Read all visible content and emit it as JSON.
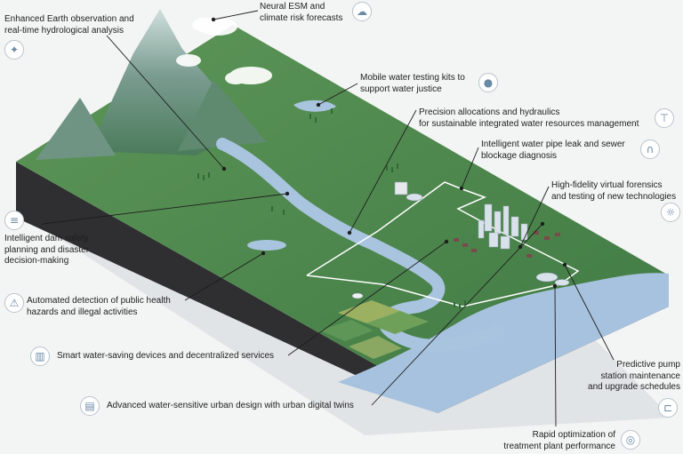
{
  "labels": {
    "earth_obs": "Enhanced Earth observation and\nreal-time hydrological analysis",
    "neural_esm": "Neural ESM and\nclimate risk forecasts",
    "mobile_testing": "Mobile water testing kits to\nsupport water justice",
    "precision_alloc": "Precision allocations and hydraulics\nfor sustainable integrated water resources management",
    "pipe_leak": "Intelligent water pipe leak and sewer\nblockage diagnosis",
    "forensics": "High-fidelity virtual forensics\nand testing of new technologies",
    "dam_safety": "Intelligent dam safety\nplanning and disaster\ndecision-making",
    "public_health": "Automated detection of public health\nhazards and illegal activities",
    "water_saving": "Smart water-saving devices and decentralized services",
    "urban_design": "Advanced water-sensitive urban design with urban digital twins",
    "pump_station": "Predictive pump\nstation maintenance\nand upgrade schedules",
    "treatment_plant": "Rapid optimization of\ntreatment plant performance"
  },
  "icons": {
    "earth_obs": "satellite-icon",
    "neural_esm": "cloud-sun-icon",
    "mobile_testing": "water-drop-icon",
    "precision_alloc": "faucet-icon",
    "pipe_leak": "pipe-icon",
    "forensics": "lightbulb-icon",
    "dam_safety": "dam-icon",
    "public_health": "hazard-icon",
    "water_saving": "water-tank-icon",
    "urban_design": "city-icon",
    "pump_station": "pump-icon",
    "treatment_plant": "treatment-plant-icon"
  },
  "colors": {
    "terrain": "#4f8a4d",
    "river": "#a9c4de",
    "sea": "#a7c2de",
    "block_side": "#2f2f31",
    "mountain": "#6f8f85",
    "leader": "#1e1e1e"
  }
}
